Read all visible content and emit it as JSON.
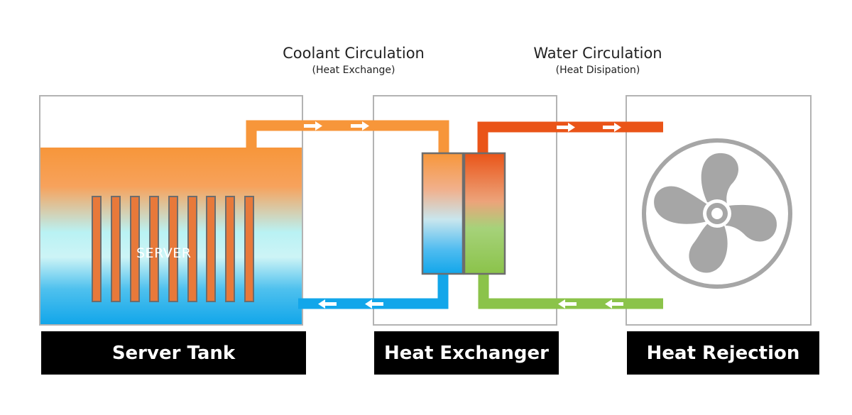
{
  "loops": {
    "coolant": {
      "title": "Coolant Circulation",
      "subtitle": "(Heat Exchange)"
    },
    "water": {
      "title": "Water Circulation",
      "subtitle": "(Heat Disipation)"
    }
  },
  "components": {
    "server_tank": "Server Tank",
    "heat_exchanger": "Heat Exchanger",
    "heat_rejection": "Heat Rejection"
  },
  "server_label": "SERVER",
  "colors": {
    "hot_coolant": "#f5973a",
    "cold_coolant": "#1aa8ea",
    "hot_water": "#ea5418",
    "cold_water": "#8bc34a",
    "frame": "#b3b3b3",
    "fan": "#a6a6a6",
    "server_blade": "#e8793a"
  },
  "icons": [
    "fan-icon",
    "flow-arrow-icon"
  ]
}
